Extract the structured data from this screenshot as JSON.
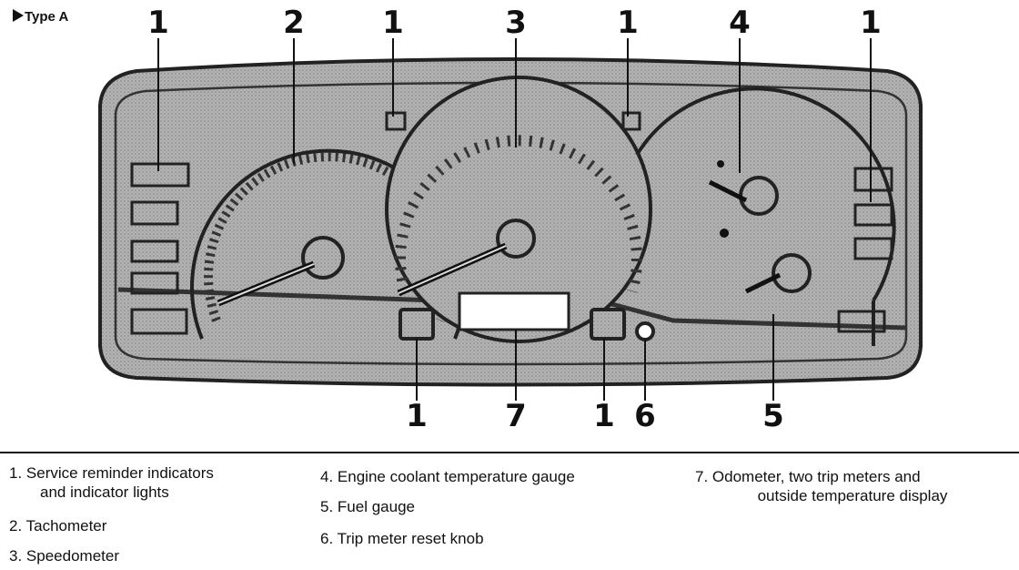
{
  "header": {
    "type_label": "Type A"
  },
  "callouts": {
    "top": [
      "1",
      "2",
      "1",
      "3",
      "1",
      "4",
      "1"
    ],
    "bottom": [
      "1",
      "7",
      "1",
      "6",
      "5"
    ]
  },
  "legend": [
    {
      "num": "1.",
      "line1": "Service reminder indicators",
      "line2": "and indicator lights"
    },
    {
      "num": "2.",
      "line1": "Tachometer"
    },
    {
      "num": "3.",
      "line1": "Speedometer"
    },
    {
      "num": "4.",
      "line1": "Engine coolant temperature gauge"
    },
    {
      "num": "5.",
      "line1": "Fuel gauge"
    },
    {
      "num": "6.",
      "line1": "Trip meter reset knob"
    },
    {
      "num": "7.",
      "line1": "Odometer, two trip meters and",
      "line2": "outside temperature display"
    }
  ],
  "colors": {
    "panel_fill": "#a9a9a9",
    "panel_dark": "#5a5a5a",
    "ink": "#111111",
    "display": "#ffffff"
  }
}
